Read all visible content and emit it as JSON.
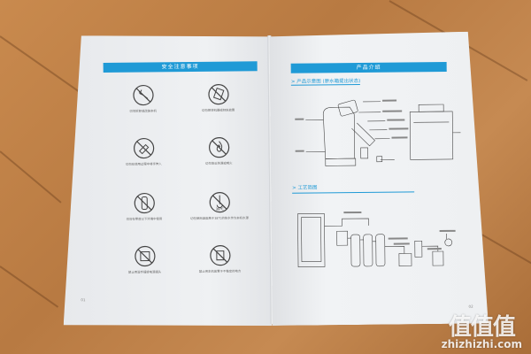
{
  "left_page": {
    "banner": "安全注意事项",
    "page_number": "01",
    "icons": [
      {
        "icon": "no-disassemble-icon",
        "caption": "切勿拆卸或改装本机"
      },
      {
        "icon": "no-tilt-icon",
        "caption": "切勿倒转机器或倾斜放置"
      },
      {
        "icon": "no-hand-icon",
        "caption": "切勿在使用过程中将手伸入"
      },
      {
        "icon": "no-fire-icon",
        "caption": "切勿靠近热源或明火"
      },
      {
        "icon": "no-cold-icon",
        "caption": "切勿在零度以下环境中使用"
      },
      {
        "icon": "no-hot-water-icon",
        "caption": "切勿使用温度高于38℃的热水作为本机水源"
      },
      {
        "icon": "no-power-icon",
        "caption": "禁止用湿手插拔电源插头"
      },
      {
        "icon": "no-block-icon",
        "caption": "禁止将本机放置于不稳定的地方"
      }
    ],
    "temp_label": "38℃"
  },
  "right_page": {
    "banner": "产品介绍",
    "page_number": "02",
    "section1": "> 产品示意图 (原水箱提出状态)",
    "section2": "> 工艺简图"
  },
  "watermark": {
    "glyphs": "值值值",
    "url": "zhizhizhi.com"
  }
}
